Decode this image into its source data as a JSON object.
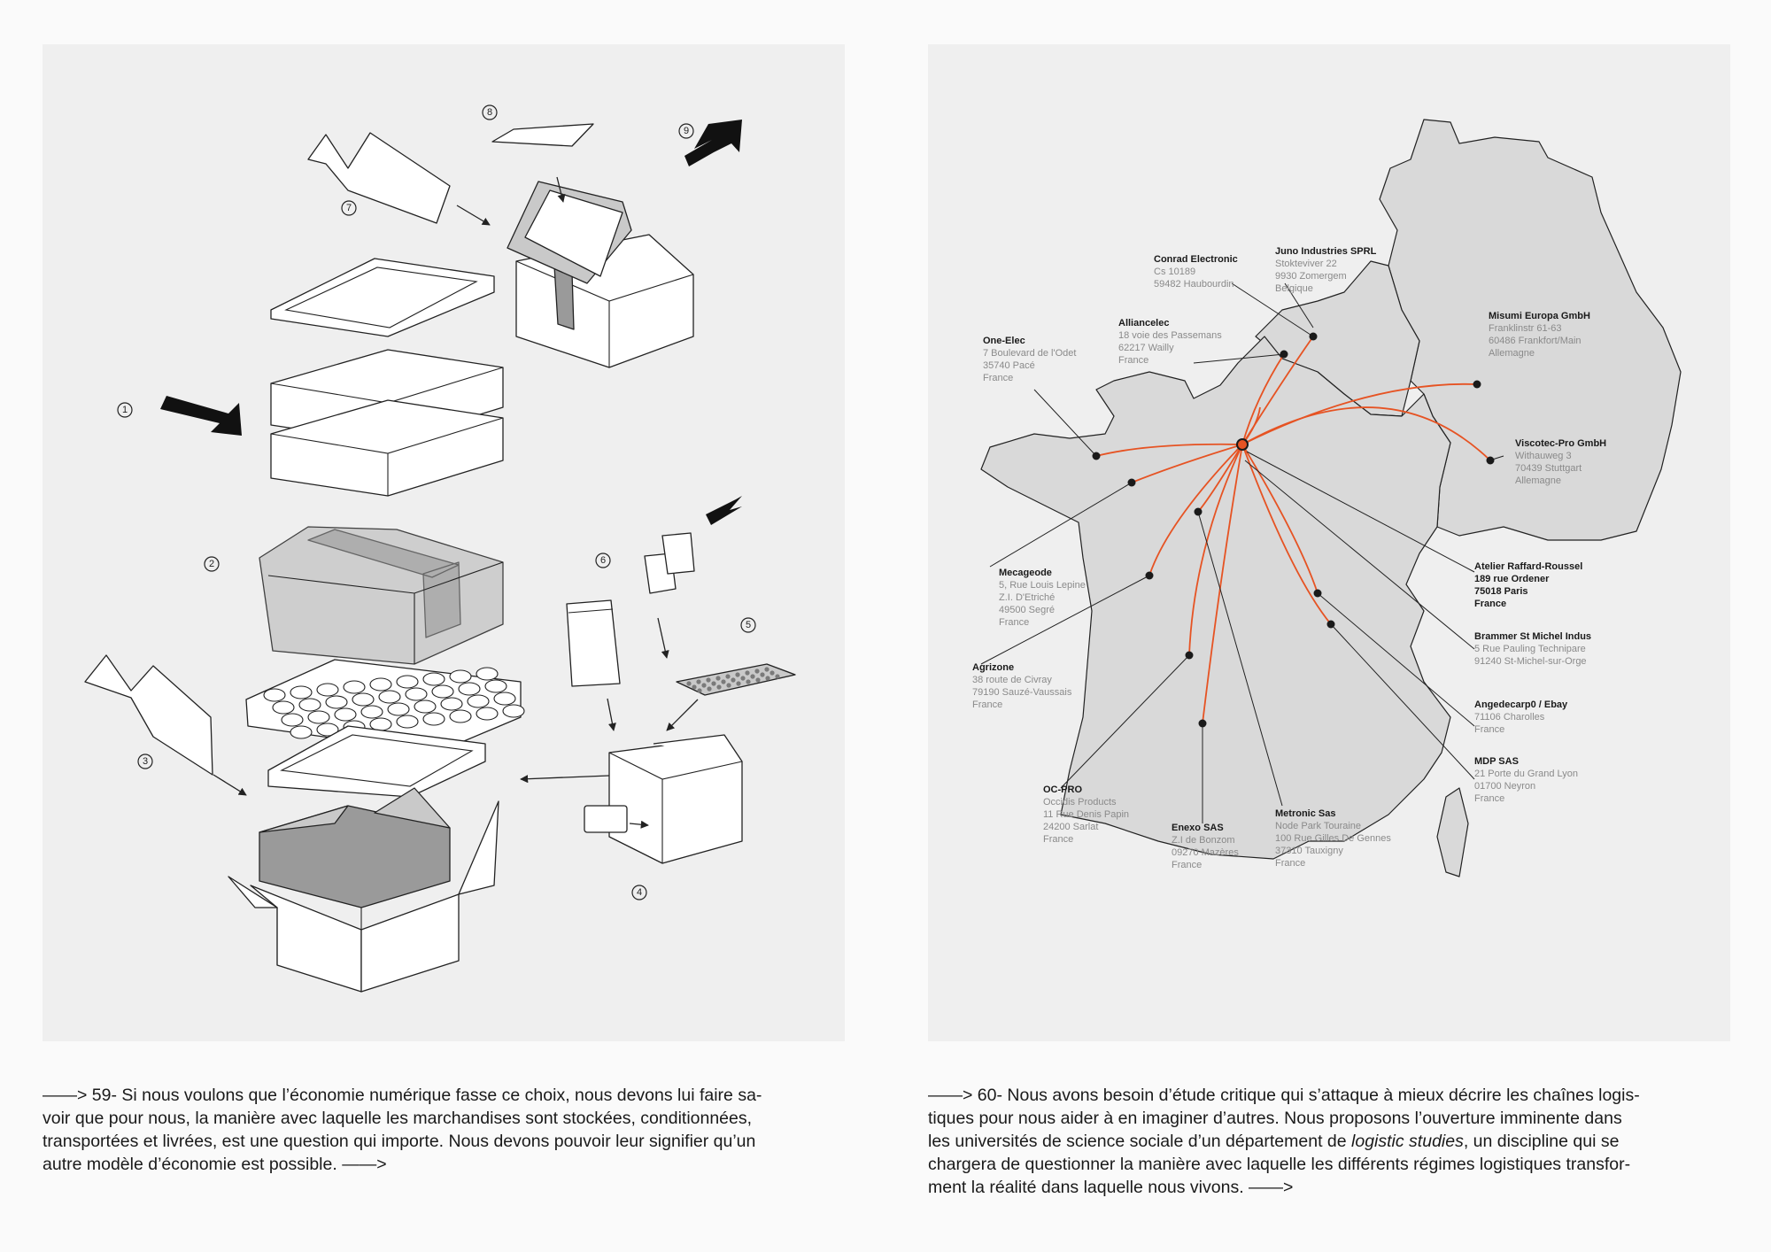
{
  "left_figure": {
    "step_numbers": [
      "1",
      "2",
      "3",
      "4",
      "5",
      "6",
      "7",
      "8",
      "9"
    ]
  },
  "map": {
    "hq": {
      "lines": [
        "Atelier Raffard-Roussel",
        "189 rue Ordener",
        "75018 Paris",
        "France"
      ]
    },
    "suppliers": [
      {
        "id": "one-elec",
        "name": "One-Elec",
        "address": [
          "7 Boulevard de l'Odet",
          "35740 Pacé",
          "France"
        ]
      },
      {
        "id": "alliancelec",
        "name": "Alliancelec",
        "address": [
          "18 voie des Passemans",
          "62217 Wailly",
          "France"
        ]
      },
      {
        "id": "conrad",
        "name": "Conrad Electronic",
        "address": [
          "Cs 10189",
          "59482 Haubourdin"
        ]
      },
      {
        "id": "juno",
        "name": "Juno Industries SPRL",
        "address": [
          "Stokteviver 22",
          "9930 Zomergem",
          "Belgique"
        ]
      },
      {
        "id": "misumi",
        "name": "Misumi Europa GmbH",
        "address": [
          "Franklinstr 61-63",
          "60486 Frankfort/Main",
          "Allemagne"
        ]
      },
      {
        "id": "viscotec",
        "name": "Viscotec-Pro GmbH",
        "address": [
          "Withauweg 3",
          "70439 Stuttgart",
          "Allemagne"
        ]
      },
      {
        "id": "brammer",
        "name": "Brammer St Michel Indus",
        "address": [
          "5 Rue Pauling Technipare",
          "91240 St-Michel-sur-Orge",
          "France"
        ]
      },
      {
        "id": "angedecarp",
        "name": "Angedecarp0 / Ebay",
        "address": [
          "71106 Charolles",
          "France"
        ]
      },
      {
        "id": "mdp",
        "name": "MDP SAS",
        "address": [
          "21 Porte du Grand Lyon",
          "01700 Neyron",
          "France"
        ]
      },
      {
        "id": "metronic",
        "name": "Metronic Sas",
        "address": [
          "Node Park Touraine",
          "100 Rue Gilles De Gennes",
          "37310 Tauxigny",
          "France"
        ]
      },
      {
        "id": "enexo",
        "name": "Enexo SAS",
        "address": [
          "Z.I de Bonzom",
          "09270 Mazères",
          "France"
        ]
      },
      {
        "id": "ocpro",
        "name": "OC-PRO",
        "address": [
          "Occidis Products",
          "11 Rue Denis Papin",
          "24200 Sarlat",
          "France"
        ]
      },
      {
        "id": "agrizone",
        "name": "Agrizone",
        "address": [
          "38 route de Civray",
          "79190 Sauzé-Vaussais",
          "France"
        ]
      },
      {
        "id": "mecageode",
        "name": "Mecageode",
        "address": [
          "5, Rue Louis Lepine",
          "Z.I. D'Etriché",
          "49500 Segré",
          "France"
        ]
      }
    ]
  },
  "captions": {
    "left": {
      "lines": [
        "——> 59- Si nous voulons que l’économie numérique fasse ce choix, nous devons lui faire sa-",
        "voir que pour nous, la manière avec laquelle les marchandises sont stockées, conditionnées,",
        "transportées et livrées, est une question qui importe. Nous devons pouvoir leur signifier qu’un",
        "autre modèle d’économie est possible. ——>"
      ]
    },
    "right": {
      "line1": "——> 60- Nous avons besoin d’étude critique qui s’attaque à mieux décrire les chaînes logis-",
      "line2": "tiques pour nous aider à en imaginer d’autres. Nous proposons l’ouverture imminente dans",
      "line3_before": "les universités de science sociale d’un département de ",
      "line3_em": "logistic studies",
      "line3_after": ", un discipline qui se",
      "line4": "chargera de questionner la manière avec laquelle les différents régimes logistiques transfor-",
      "line5": "ment la réalité dans laquelle nous vivons. ——>"
    }
  }
}
